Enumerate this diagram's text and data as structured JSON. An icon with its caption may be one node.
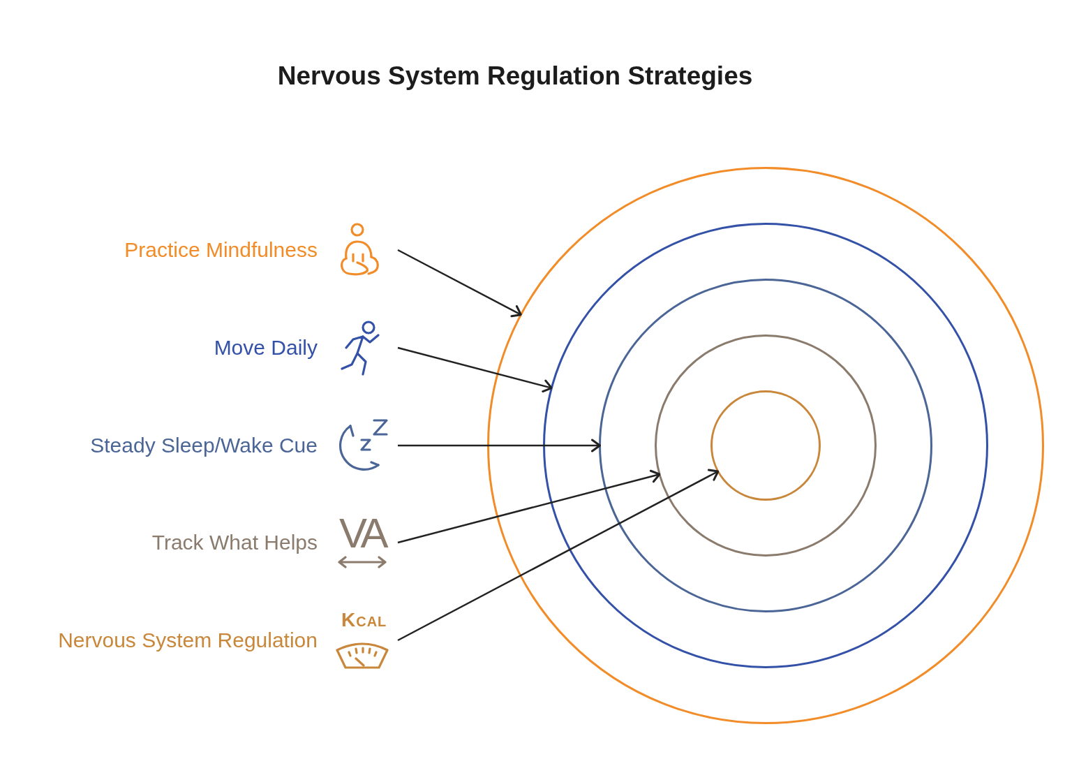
{
  "diagram": {
    "title": "Nervous System Regulation Strategies",
    "nodes": [
      {
        "text": [
          "Practice Mindfulness"
        ]
      },
      {
        "text": [
          "Move Daily"
        ]
      },
      {
        "text": [
          "Steady Sleep/Wake Cue"
        ]
      },
      {
        "text": [
          "Track What Helps"
        ]
      },
      {
        "text": [
          "Nervous System Regulation"
        ]
      },
      {
        "text": [],
        "shape": "circle"
      },
      {
        "text": [],
        "shape": "circle",
        "in": 5
      },
      {
        "text": [],
        "shape": "circle",
        "in": 6
      },
      {
        "text": [],
        "shape": "circle",
        "in": 7
      },
      {
        "text": [],
        "shape": "circle",
        "in": 8
      }
    ],
    "edges": [
      {
        "from": 0,
        "to": 5,
        "arrow": "to"
      },
      {
        "from": 1,
        "to": 6,
        "arrow": "to"
      },
      {
        "from": 2,
        "to": 7,
        "arrow": "to"
      },
      {
        "from": 3,
        "to": 8,
        "arrow": "to"
      },
      {
        "from": 4,
        "to": 9,
        "arrow": "to"
      }
    ],
    "labels": [
      "VA",
      "KCAL"
    ]
  }
}
